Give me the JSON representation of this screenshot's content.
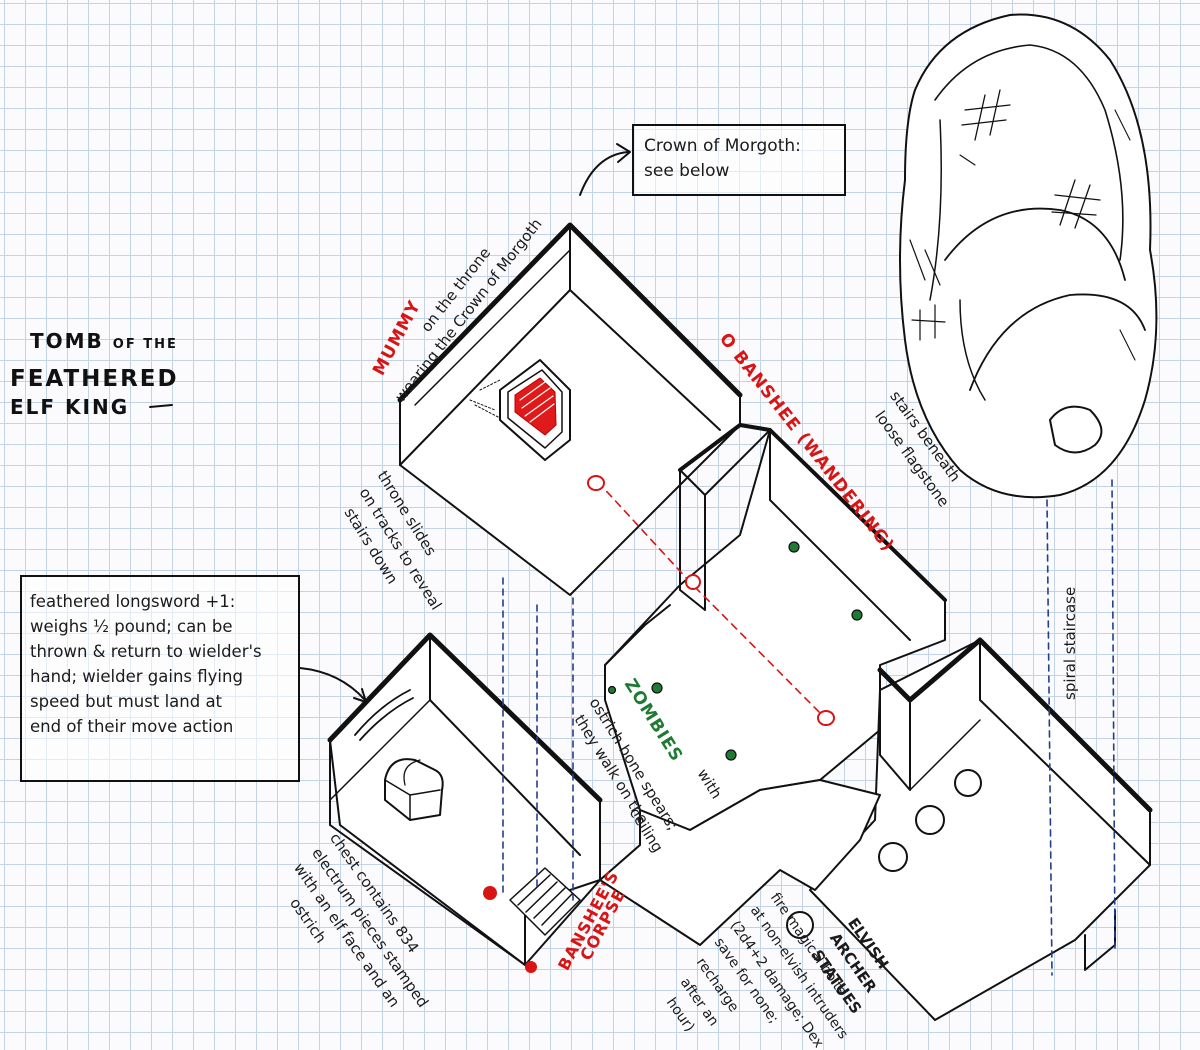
{
  "title": {
    "line1_a": "TOMB",
    "line1_b": "OF THE",
    "line2": "FEATHERED",
    "line3": "ELF KING"
  },
  "crown_box": {
    "line1": "Crown of Morgoth:",
    "line2": "see below"
  },
  "sword_box": {
    "lines": [
      "feathered longsword +1:",
      "weighs ½ pound; can be",
      "thrown & return to wielder's",
      "hand; wielder gains flying",
      "speed but must land at",
      "end of their move action"
    ]
  },
  "labels": {
    "mummy": "MUMMY",
    "mummy_note_1": "on the throne",
    "mummy_note_2": "wearing the Crown of Morgoth",
    "banshee_wandering": "O BANSHEE (WANDERING)",
    "throne_note": [
      "throne slides",
      "on tracks to reveal",
      "stairs down"
    ],
    "zombies": "ZOMBIES",
    "zombies_note": [
      "with",
      "ostrich bone spears;",
      "they walk on the",
      "ceiling"
    ],
    "stairs_note": [
      "stairs beneath",
      "loose flagstone"
    ],
    "spiral_staircase": "spiral staircase",
    "chest_note": [
      "chest contains 834",
      "electrum pieces stamped",
      "with an elf face and an",
      "ostrich"
    ],
    "banshees_corpse_1": "BANSHEE'S",
    "banshees_corpse_2": "CORPSE",
    "elvish_archer_1": "ELVISH",
    "elvish_archer_2": "ARCHER",
    "statues_note": [
      "STATUES",
      "fire magical bolts",
      "at non-elvish intruders",
      "(2d4+2 damage; Dex",
      "save for none;",
      "recharge",
      "after an",
      "hour)"
    ]
  },
  "colors": {
    "ink": "#111111",
    "grid": "#c3d3e6",
    "red": "#d81414",
    "green": "#1f7a33",
    "blue_dash": "#243f8c"
  }
}
